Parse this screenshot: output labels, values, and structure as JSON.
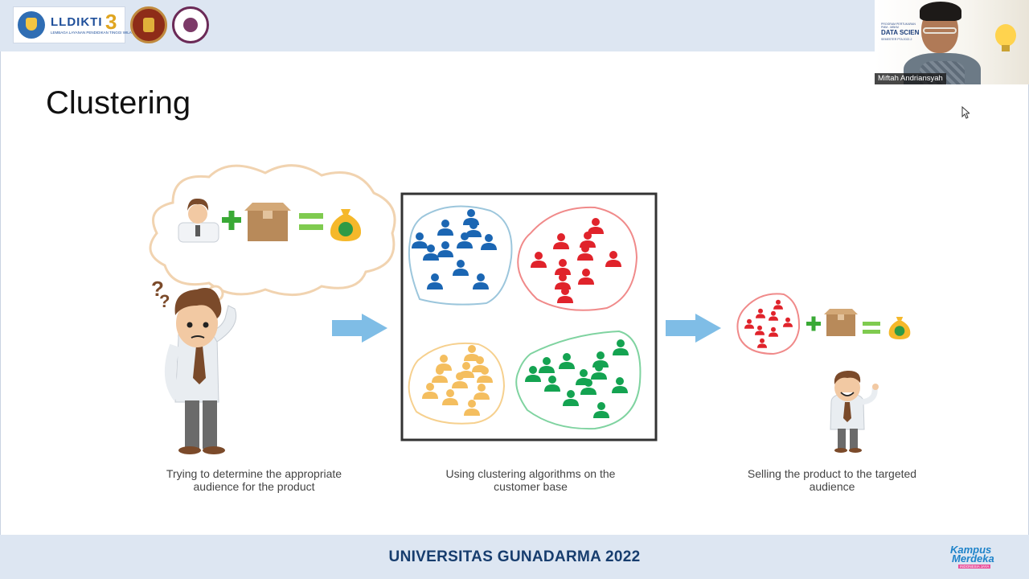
{
  "header": {
    "logos": [
      {
        "name": "lldikti-logo",
        "text_main": "LLDIKTI",
        "text_number": "3",
        "text_sub": "LEMBAGA LAYANAN PENDIDIKAN TINGGI WILAYAH III"
      },
      {
        "name": "kemendikbud-logo"
      },
      {
        "name": "gunadarma-logo"
      }
    ]
  },
  "slide": {
    "title": "Clustering",
    "captions": {
      "left": [
        "Trying to determine the appropriate",
        "audience for the product"
      ],
      "middle": [
        "Using clustering algorithms on the",
        "customer base"
      ],
      "right": [
        "Selling the product to the targeted",
        "audience"
      ]
    },
    "icons": {
      "question_marks": "??",
      "dollar": "$"
    },
    "colors": {
      "blue_cluster": "#1b66b3",
      "red_cluster": "#e0232b",
      "yellow_cluster": "#f4be5f",
      "green_cluster": "#14a351",
      "arrow": "#7fbde6",
      "plus": "#39a935",
      "equals": "#7fcb4f",
      "box": "#b88a5a",
      "money_bag": "#f5b82a"
    }
  },
  "webcam": {
    "participant_name": "Miftah Andriansyah",
    "poster_title": "DATA SCIEN",
    "poster_line1": "PROGRAM PERTUKARAN",
    "poster_line2": "PMM - MBKM",
    "poster_line3": "SEMESTER PTA 2022-2"
  },
  "footer": {
    "text": "UNIVERSITAS GUNADARMA 2022",
    "kampus_line1": "Kampus",
    "kampus_line2": "Merdeka",
    "kampus_tag": "INDONESIA JAYA"
  }
}
